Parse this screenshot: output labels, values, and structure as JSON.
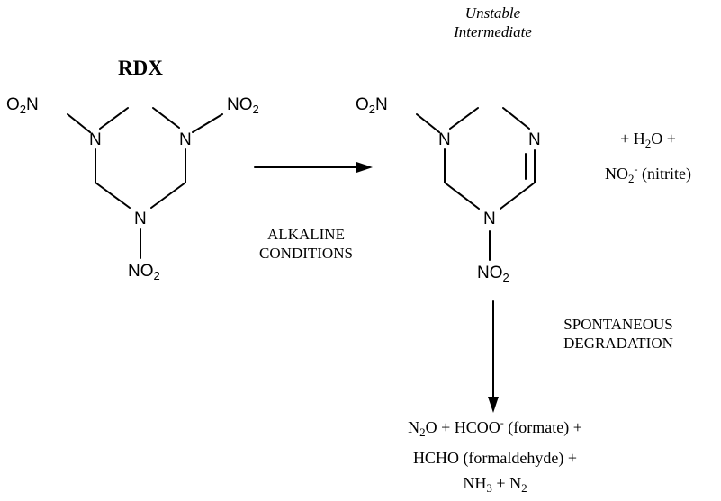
{
  "title": "RDX",
  "intermediate": {
    "line1": "Unstable",
    "line2": "Intermediate"
  },
  "atoms": {
    "N": "N",
    "O": "O",
    "sub2": "2",
    "sub3": "3",
    "minus": "-"
  },
  "reaction1": {
    "line1": "ALKALINE",
    "line2": "CONDITIONS"
  },
  "reaction2": {
    "line1": "SPONTANEOUS",
    "line2": "DEGRADATION"
  },
  "byproducts": {
    "line1": "+ H",
    "line1b": "O +",
    "line2a": "NO",
    "line2b": " (nitrite)"
  },
  "products": {
    "line1a": "N",
    "line1b": "O + HCOO",
    "line1c": " (formate) +",
    "line2": "HCHO (formaldehyde) +",
    "line3a": "NH",
    "line3b": " + N"
  },
  "colors": {
    "ink": "#000000",
    "background": "#ffffff"
  }
}
